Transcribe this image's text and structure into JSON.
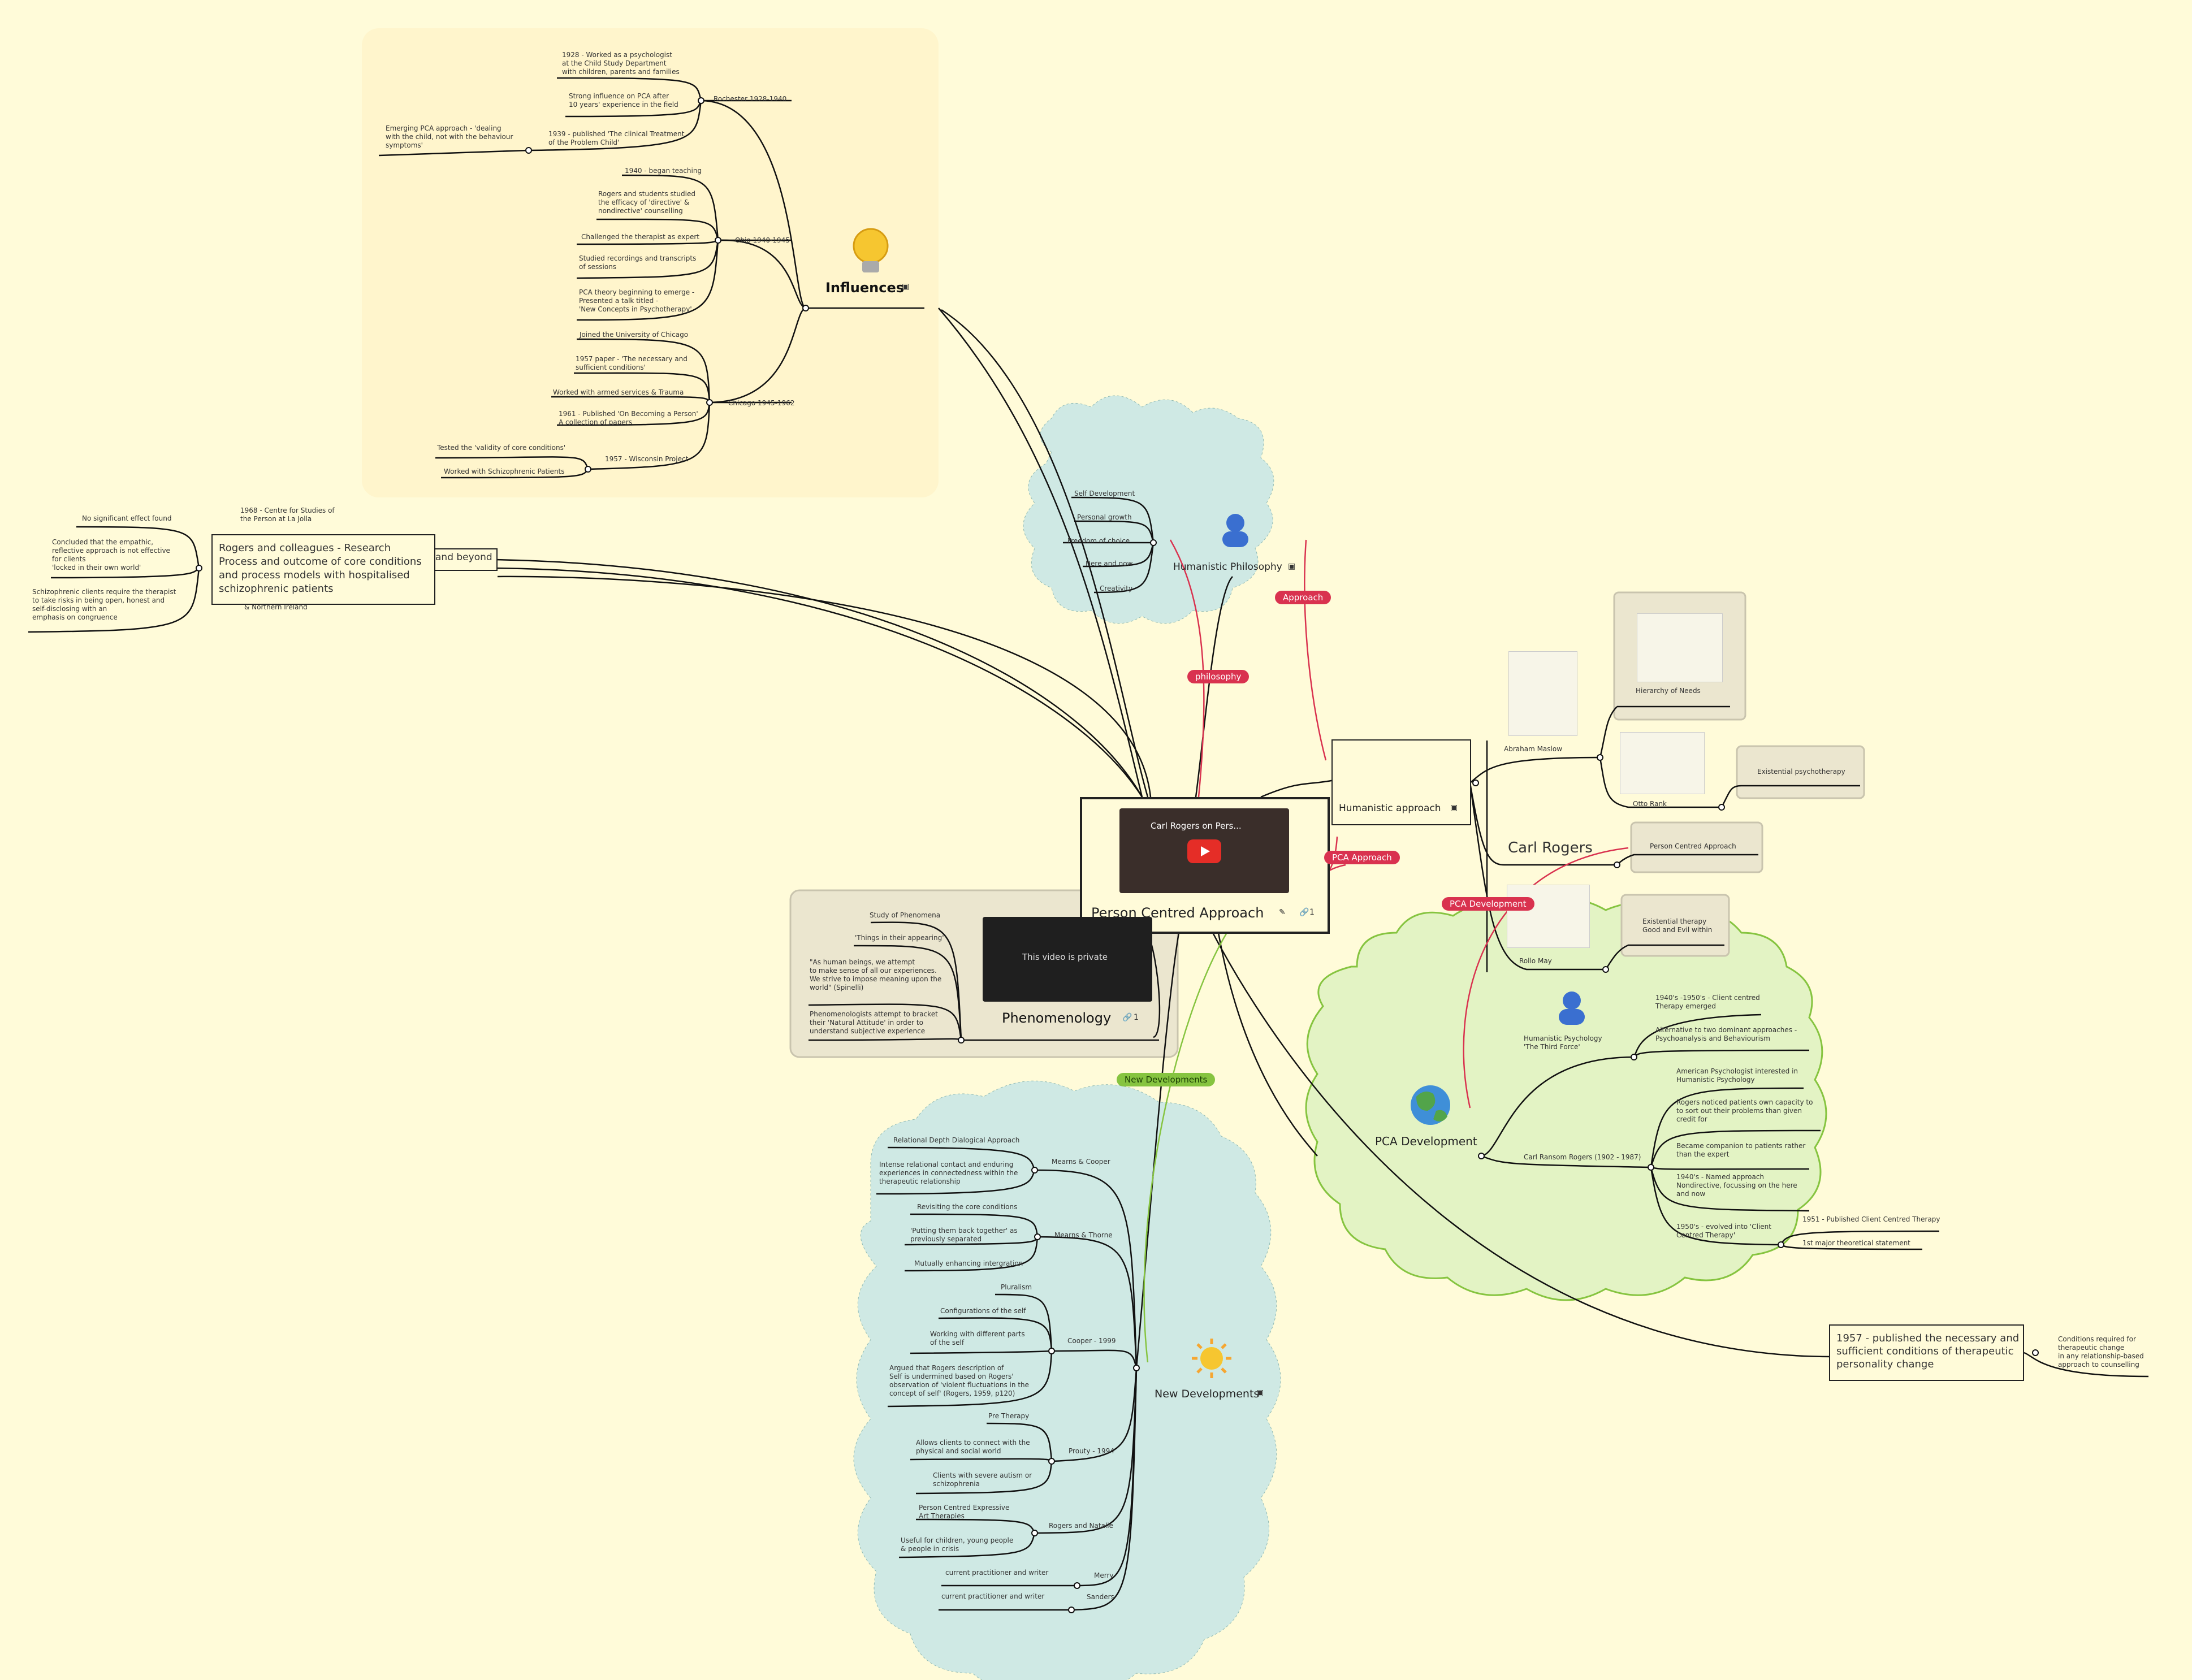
{
  "colors": {
    "background": "#fffbd9",
    "influences_bg": "#fff5cc",
    "cloud_blue": "#cfe9e4",
    "cloud_green": "#e3f3c4",
    "tag_red": "#d9324f",
    "tag_green": "#86c440",
    "line": "#111111"
  },
  "central": {
    "title": "Person Centred Approach",
    "link_count": "1",
    "video_title": "Carl Rogers on Pers..."
  },
  "influences": {
    "title": "Influences",
    "rochester": {
      "label": "Rochester 1928-1940",
      "items": [
        "1928 - Worked as a psychologist\nat the Child Study Department\nwith children, parents and families",
        "Strong influence on PCA after\n10 years' experience in the field",
        "1939 - published 'The clinical Treatment\nof the Problem Child'"
      ],
      "sub": "Emerging PCA approach - 'dealing\nwith the child, not with the behaviour\nsymptoms'"
    },
    "ohio": {
      "label": "Ohio 1940-1945",
      "items": [
        "1940 - began teaching",
        "Rogers and students studied\nthe efficacy of 'directive' &\nnondirective' counselling",
        "Challenged the therapist as expert",
        "Studied recordings and transcripts\nof sessions",
        "PCA theory beginning to emerge -\nPresented a talk titled -\n'New Concepts in Psychotherapy'"
      ]
    },
    "chicago": {
      "label": "Chicago 1945-1962",
      "items": [
        "Joined the University of Chicago",
        "1957 paper - 'The necessary and\nsufficient conditions'",
        "Worked with armed services & Trauma",
        "1961 - Published 'On Becoming a Person'\nA collection of papers",
        "1957 - Wisconsin Project"
      ],
      "wisconsin": [
        "Tested the 'validity of core conditions'",
        "Worked with Schizophrenic Patients"
      ]
    }
  },
  "beyond": {
    "label": "and beyond",
    "research_box": "Rogers and colleagues - Research\nProcess and outcome of core conditions\nand process models with hospitalised\nschizophrenic patients",
    "la_jolla": "1968 - Centre for Studies of\nthe Person at La Jolla",
    "northern_ireland": "& Northern Ireland",
    "findings": [
      "No significant effect found",
      "Concluded that the empathic,\nreflective approach is not effective\nfor clients\n'locked in their own world'",
      "Schizophrenic clients require the therapist\nto take risks in being open, honest and\nself-disclosing with an\nemphasis on congruence"
    ]
  },
  "humanistic_philosophy": {
    "title": "Humanistic Philosophy",
    "items": [
      "Self Development",
      "Personal growth",
      "Freedom of choice",
      "Here and now",
      "Creativity"
    ]
  },
  "humanistic_approach": {
    "title": "Humanistic approach",
    "maslow": "Abraham Maslow",
    "hierarchy": "Hierarchy of Needs",
    "rank": "Otto Rank",
    "existential": "Existential psychotherapy",
    "carl_rogers": "Carl Rogers",
    "pca": "Person Centred Approach",
    "may": "Rollo May",
    "existential_therapy": "Existential therapy\nGood and Evil within"
  },
  "phenomenology": {
    "title": "Phenomenology",
    "link_count": "1",
    "video_text": "This video is private",
    "items": [
      "Study of Phenomena",
      "'Things in their appearing'",
      "\"As human beings, we attempt\nto make sense of all our experiences.\nWe strive to impose meaning upon the\nworld\" (Spinelli)",
      "Phenomenologists attempt to bracket\ntheir 'Natural Attitude' in order to\nunderstand subjective experience"
    ]
  },
  "pca_development": {
    "title": "PCA Development",
    "hp": "Humanistic Psychology\n'The Third Force'",
    "hp_items": [
      "1940's -1950's - Client centred\nTherapy emerged",
      "Alternative to two dominant approaches -\nPsychoanalysis and Behaviourism"
    ],
    "rogers": "Carl Ransom Rogers (1902 - 1987)",
    "rogers_items": [
      "American Psychologist interested in\nHumanistic Psychology",
      "Rogers noticed patients own capacity to\nto sort out their problems than given\ncredit for",
      "Became companion to patients rather\nthan the expert",
      "1940's - Named approach\nNondirective, focussing on the here\nand now",
      "1950's - evolved into 'Client\nCentred Therapy'"
    ],
    "cct_items": [
      "1951 - Published Client Centred Therapy",
      "1st major theoretical statement"
    ]
  },
  "conditions": {
    "box": "1957 - published the necessary and\nsufficient conditions of therapeutic\npersonality change",
    "note": "Conditions required for\ntherapeutic change\nin any relationship-based\napproach to counselling"
  },
  "new_developments": {
    "title": "New Developments",
    "mearns_cooper": {
      "label": "Mearns & Cooper",
      "items": [
        "Relational Depth Dialogical Approach",
        "Intense relational contact and enduring\nexperiences in connectedness within the\ntherapeutic relationship"
      ]
    },
    "mearns_thorne": {
      "label": "Mearns & Thorne",
      "items": [
        "Revisiting the core conditions",
        "'Putting them back together' as\npreviously separated",
        "Mutually enhancing intergration"
      ]
    },
    "cooper": {
      "label": "Cooper - 1999",
      "items": [
        "Pluralism",
        "Configurations of the self",
        "Working with different parts\nof the self",
        "Argued that Rogers description of\nSelf is undermined based on Rogers'\nobservation of 'violent fluctuations in the\nconcept of self' (Rogers, 1959, p120)"
      ]
    },
    "prouty": {
      "label": "Prouty - 1994",
      "items": [
        "Pre Therapy",
        "Allows clients to connect with the\nphysical and social world",
        "Clients with severe autism or\nschizophrenia"
      ]
    },
    "rogers_natalie": {
      "label": "Rogers and Natalie",
      "items": [
        "Person Centred Expressive\nArt Therapies",
        "Useful for children, young people\n& people in crisis"
      ]
    },
    "merry": {
      "label": "Merry",
      "item": "current practitioner and writer"
    },
    "sanders": {
      "label": "Sanders",
      "item": "current practitioner and writer"
    }
  },
  "relationships": {
    "philosophy": "philosophy",
    "approach": "Approach",
    "pca_approach": "PCA Approach",
    "pca_development": "PCA Development",
    "new_developments": "New Developments"
  },
  "icons": {
    "influences": "lightbulb-icon",
    "humanistic": "person-icon",
    "pca": "globe-icon",
    "new_dev": "sun-icon",
    "image": "image-icon",
    "note": "note-icon",
    "link": "link-icon",
    "play": "play-icon"
  }
}
